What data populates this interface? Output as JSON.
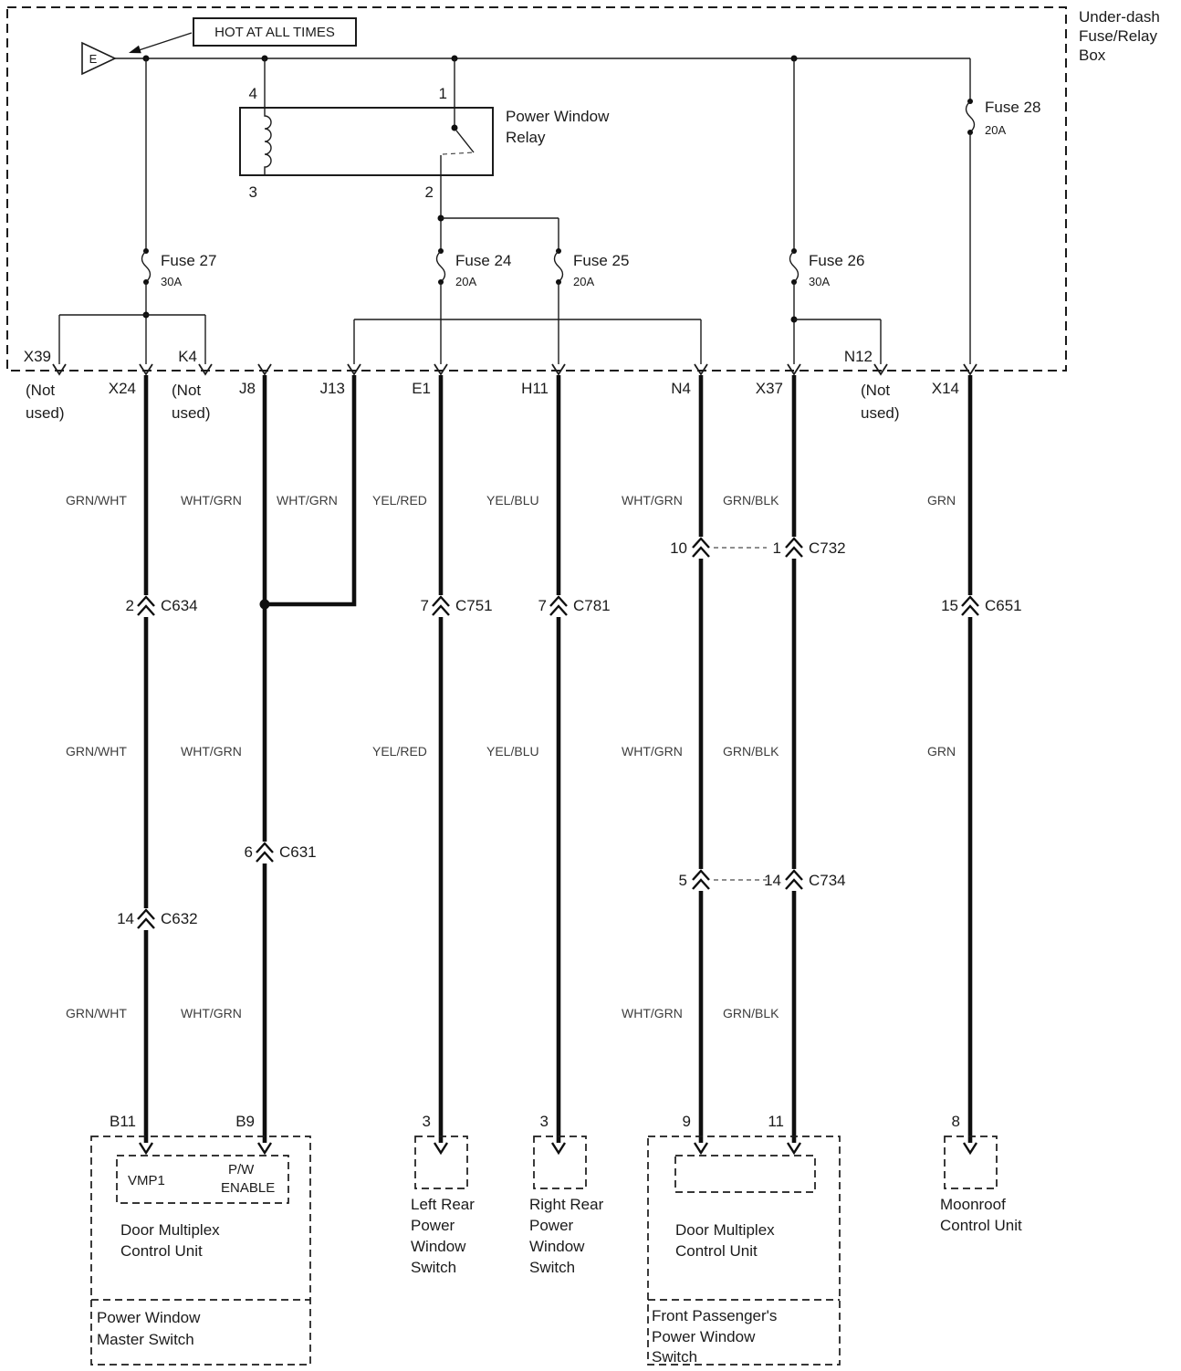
{
  "fuse_box": {
    "title_lines": [
      "Under-dash",
      "Fuse/Relay",
      "Box"
    ],
    "hot_label": "HOT AT ALL TIMES",
    "source_symbol": "E"
  },
  "relay": {
    "name_lines": [
      "Power Window",
      "Relay"
    ],
    "pin_top_left": "4",
    "pin_top_right": "1",
    "pin_bottom_left": "3",
    "pin_bottom_right": "2"
  },
  "fuses": {
    "fuse27": {
      "name": "Fuse 27",
      "rating": "30A"
    },
    "fuse24": {
      "name": "Fuse 24",
      "rating": "20A"
    },
    "fuse25": {
      "name": "Fuse 25",
      "rating": "20A"
    },
    "fuse26": {
      "name": "Fuse 26",
      "rating": "30A"
    },
    "fuse28": {
      "name": "Fuse 28",
      "rating": "20A"
    }
  },
  "terminals": {
    "x39": "X39",
    "k4": "K4",
    "n12": "N12",
    "not_used_lines": [
      "(Not",
      "used)"
    ]
  },
  "wires": {
    "x24": {
      "terminal": "X24",
      "color": "GRN/WHT",
      "pin": "B11"
    },
    "j8": {
      "terminal": "J8",
      "color": "WHT/GRN",
      "pin": "B9"
    },
    "j13": {
      "terminal": "J13",
      "color": "WHT/GRN"
    },
    "e1": {
      "terminal": "E1",
      "color": "YEL/RED",
      "pin": "3"
    },
    "h11": {
      "terminal": "H11",
      "color": "YEL/BLU",
      "pin": "3"
    },
    "n4": {
      "terminal": "N4",
      "color": "WHT/GRN",
      "pin": "9"
    },
    "x37": {
      "terminal": "X37",
      "color": "GRN/BLK",
      "pin": "11"
    },
    "x14": {
      "terminal": "X14",
      "color": "GRN",
      "pin": "8"
    }
  },
  "connectors": {
    "c634": {
      "pin": "2",
      "name": "C634"
    },
    "c751": {
      "pin": "7",
      "name": "C751"
    },
    "c781": {
      "pin": "7",
      "name": "C781"
    },
    "c651": {
      "pin": "15",
      "name": "C651"
    },
    "c631": {
      "pin": "6",
      "name": "C631"
    },
    "c632": {
      "pin": "14",
      "name": "C632"
    },
    "c732": {
      "pin_left": "10",
      "pin_right": "1",
      "name": "C732"
    },
    "c734": {
      "pin_left": "5",
      "pin_right": "14",
      "name": "C734"
    }
  },
  "components": {
    "master_switch": {
      "terminal_vmp1": "VMP1",
      "terminal_pw_enable_lines": [
        "P/W",
        "ENABLE"
      ],
      "unit_lines": [
        "Door Multiplex",
        "Control Unit"
      ],
      "name_lines": [
        "Power Window",
        "Master Switch"
      ]
    },
    "left_rear_switch": {
      "name_lines": [
        "Left Rear",
        "Power",
        "Window",
        "Switch"
      ]
    },
    "right_rear_switch": {
      "name_lines": [
        "Right Rear",
        "Power",
        "Window",
        "Switch"
      ]
    },
    "passenger_switch": {
      "unit_lines": [
        "Door Multiplex",
        "Control Unit"
      ],
      "name_lines": [
        "Front Passenger's",
        "Power Window",
        "Switch"
      ]
    },
    "moonroof_unit": {
      "name_lines": [
        "Moonroof",
        "Control Unit"
      ]
    }
  }
}
